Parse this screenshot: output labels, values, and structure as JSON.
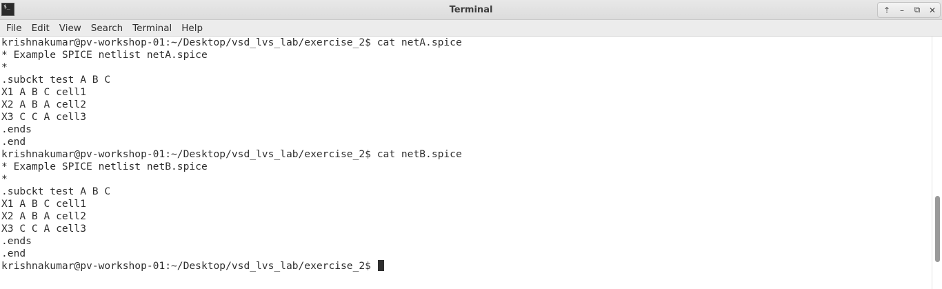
{
  "window": {
    "title": "Terminal",
    "app_icon_text": "$_",
    "buttons": {
      "up": "⇡",
      "minimize": "–",
      "restore": "⧉",
      "close": "✕"
    }
  },
  "menubar": {
    "items": [
      "File",
      "Edit",
      "View",
      "Search",
      "Terminal",
      "Help"
    ]
  },
  "terminal": {
    "lines": [
      "krishnakumar@pv-workshop-01:~/Desktop/vsd_lvs_lab/exercise_2$ cat netA.spice",
      "* Example SPICE netlist netA.spice",
      "*",
      ".subckt test A B C",
      "X1 A B C cell1",
      "X2 A B A cell2",
      "X3 C C A cell3",
      ".ends",
      ".end",
      "krishnakumar@pv-workshop-01:~/Desktop/vsd_lvs_lab/exercise_2$ cat netB.spice",
      "* Example SPICE netlist netB.spice",
      "*",
      ".subckt test A B C",
      "X1 A B C cell1",
      "X2 A B A cell2",
      "X3 C C A cell3",
      ".ends",
      ".end"
    ],
    "prompt": "krishnakumar@pv-workshop-01:~/Desktop/vsd_lvs_lab/exercise_2$ "
  },
  "scrollbar": {
    "position_fraction": 0.86,
    "visible_fraction": 0.28
  }
}
